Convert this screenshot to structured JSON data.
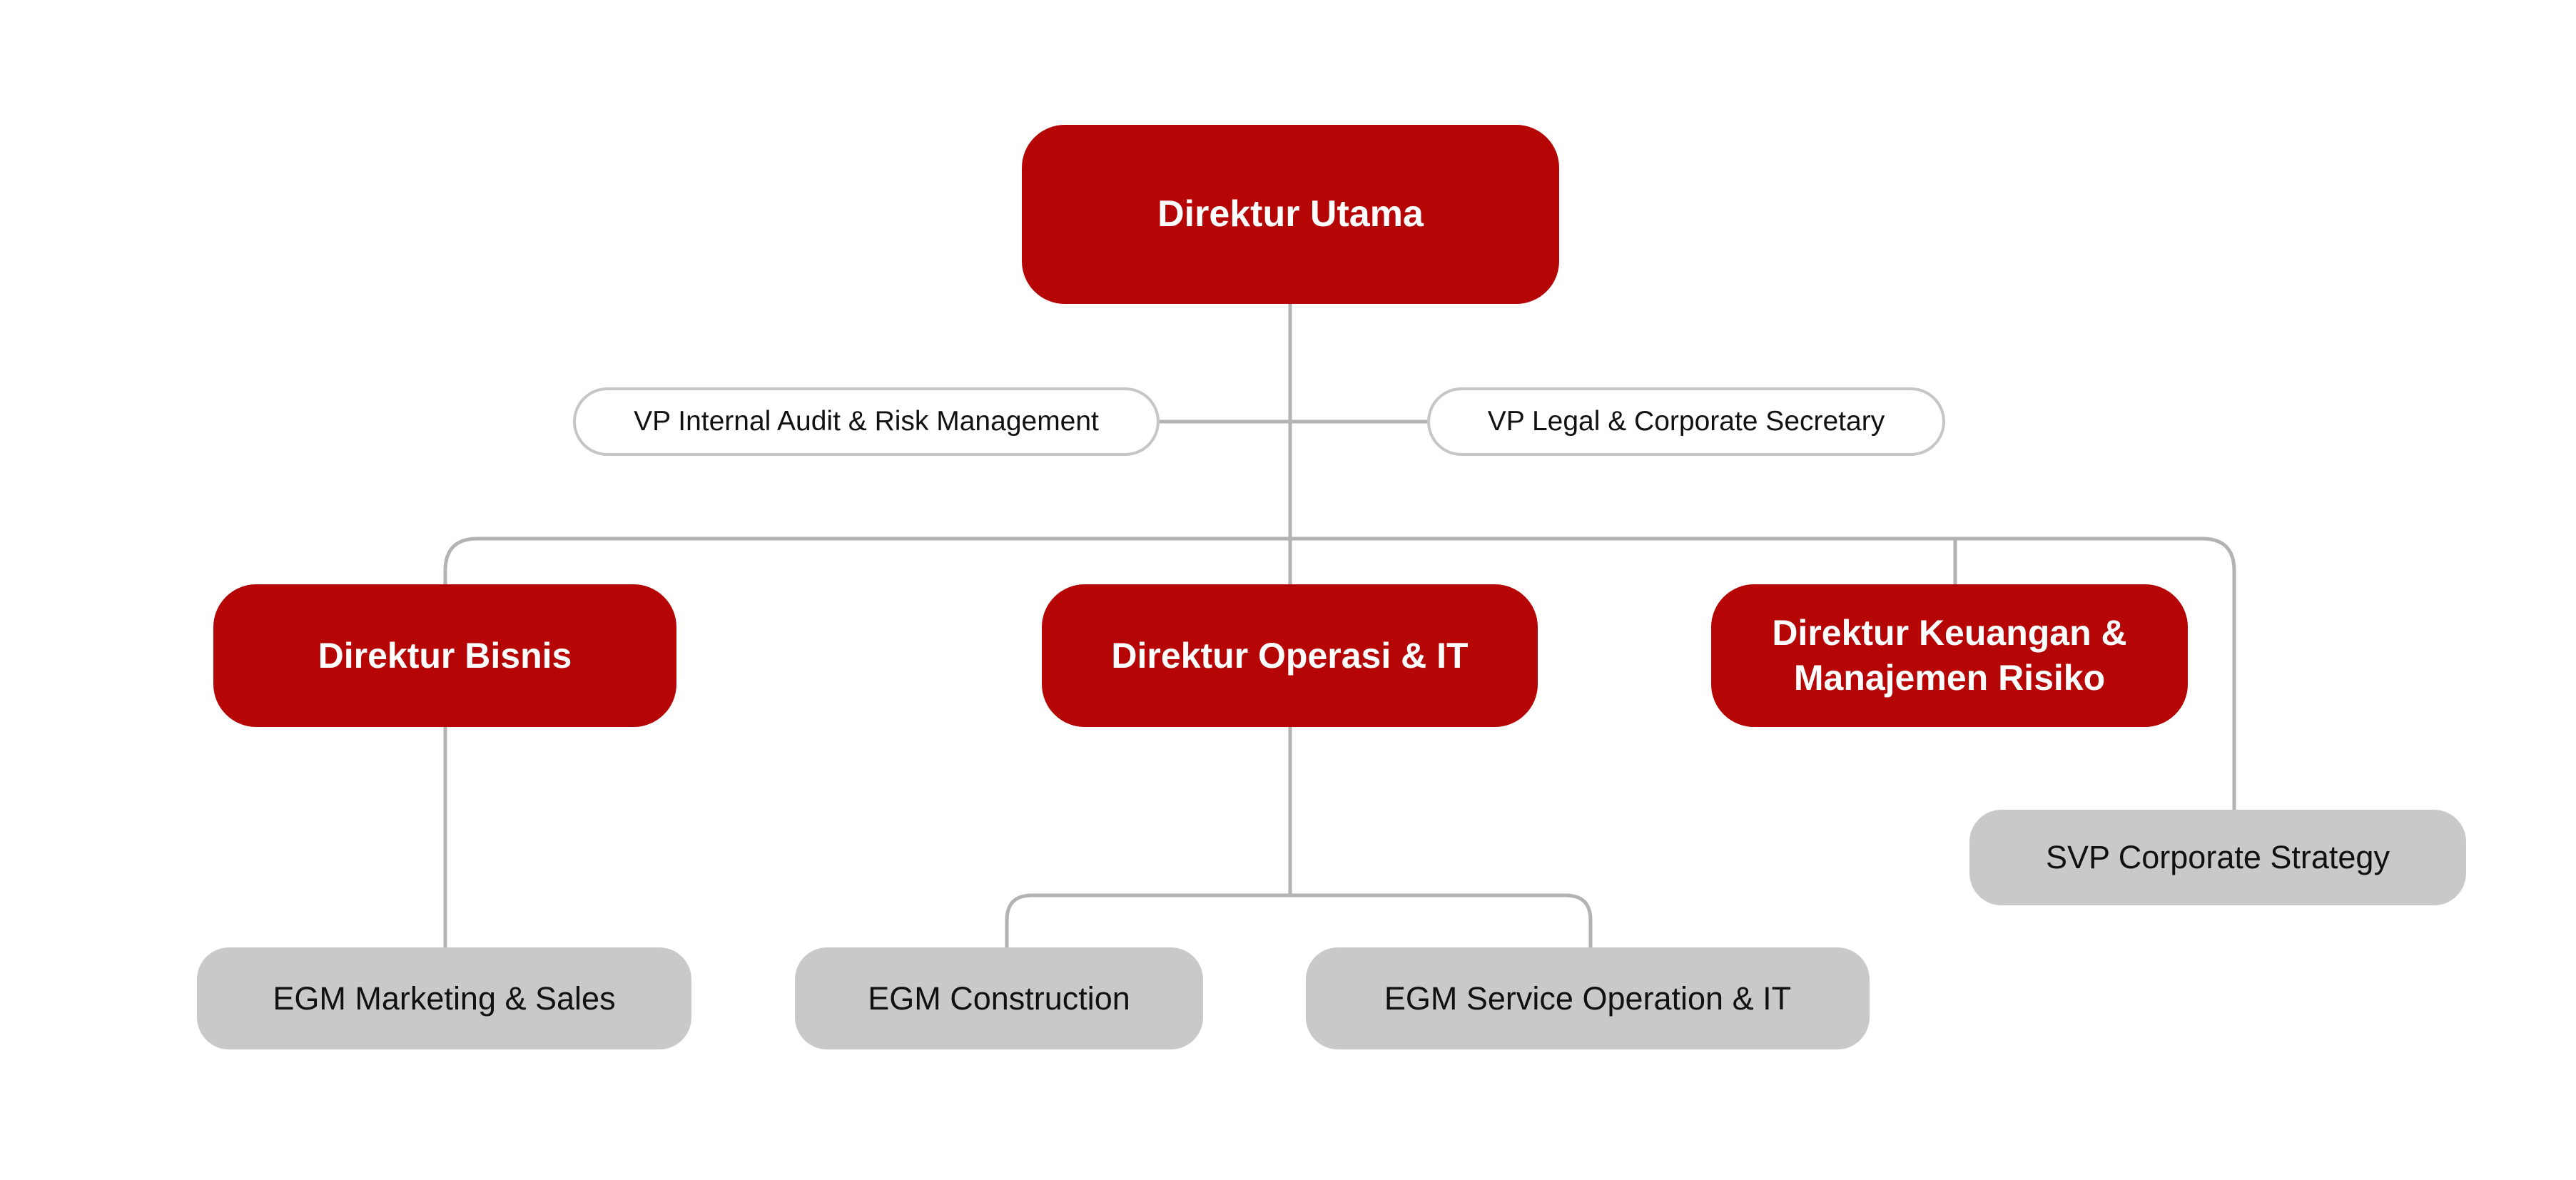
{
  "diagram": {
    "type": "org-chart",
    "background": "#ffffff"
  },
  "palette": {
    "red": "#b50505",
    "red_text": "#ffffff",
    "gray_fill": "#c9c9c9",
    "gray_text": "#111111",
    "pill_fill": "#ffffff",
    "pill_border": "#c6c6c6",
    "pill_text": "#111111",
    "line": "#b3b3b3",
    "bg": "#ffffff"
  },
  "nodes": [
    {
      "id": "direktur-utama",
      "label": "Direktur Utama",
      "style": "red"
    },
    {
      "id": "vp-internal-audit-risk-management",
      "label": "VP Internal Audit & Risk Management",
      "style": "outline-pill"
    },
    {
      "id": "vp-legal-corporate-secretary",
      "label": "VP Legal & Corporate Secretary",
      "style": "outline-pill"
    },
    {
      "id": "direktur-bisnis",
      "label": "Direktur Bisnis",
      "style": "red"
    },
    {
      "id": "direktur-operasi-it",
      "label": "Direktur Operasi & IT",
      "style": "red"
    },
    {
      "id": "direktur-keuangan-manajemen-risiko",
      "label": "Direktur Keuangan & Manajemen Risiko",
      "style": "red"
    },
    {
      "id": "svp-corporate-strategy",
      "label": "SVP Corporate Strategy",
      "style": "gray"
    },
    {
      "id": "egm-marketing-sales",
      "label": "EGM Marketing & Sales",
      "style": "gray"
    },
    {
      "id": "egm-construction",
      "label": "EGM Construction",
      "style": "gray"
    },
    {
      "id": "egm-service-operation-it",
      "label": "EGM Service Operation & IT",
      "style": "gray"
    }
  ],
  "edges": [
    {
      "from": "direktur-utama",
      "to": "vp-internal-audit-risk-management"
    },
    {
      "from": "direktur-utama",
      "to": "vp-legal-corporate-secretary"
    },
    {
      "from": "direktur-utama",
      "to": "direktur-bisnis"
    },
    {
      "from": "direktur-utama",
      "to": "direktur-operasi-it"
    },
    {
      "from": "direktur-utama",
      "to": "direktur-keuangan-manajemen-risiko"
    },
    {
      "from": "direktur-utama",
      "to": "svp-corporate-strategy"
    },
    {
      "from": "direktur-bisnis",
      "to": "egm-marketing-sales"
    },
    {
      "from": "direktur-operasi-it",
      "to": "egm-construction"
    },
    {
      "from": "direktur-operasi-it",
      "to": "egm-service-operation-it"
    }
  ]
}
